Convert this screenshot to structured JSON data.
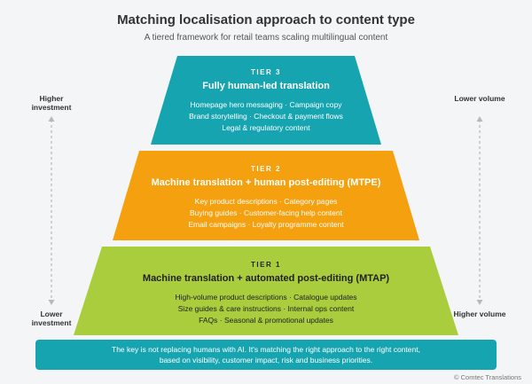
{
  "title": "Matching localisation approach to content type",
  "subtitle": "A tiered framework for retail teams scaling multilingual content",
  "colors": {
    "tier3": "#16a4b1",
    "tier2": "#f5a00f",
    "tier1": "#a9cd3c",
    "banner": "#16a4b1"
  },
  "tiers": {
    "tier3": {
      "label": "TIER 3",
      "name": "Fully human-led translation",
      "lines": [
        "Homepage hero messaging · Campaign copy",
        "Brand storytelling · Checkout & payment flows",
        "Legal & regulatory content"
      ]
    },
    "tier2": {
      "label": "TIER 2",
      "name": "Machine translation + human post-editing (MTPE)",
      "lines": [
        "Key product descriptions · Category pages",
        "Buying guides · Customer-facing help content",
        "Email campaigns · Loyalty programme content"
      ]
    },
    "tier1": {
      "label": "TIER 1",
      "name": "Machine translation + automated post-editing (MTAP)",
      "lines": [
        "High-volume product descriptions · Catalogue updates",
        "Size guides & care instructions · Internal ops content",
        "FAQs · Seasonal & promotional updates"
      ]
    }
  },
  "left_axis": {
    "top": "Higher investment",
    "bottom": "Lower investment"
  },
  "right_axis": {
    "top": "Lower volume",
    "bottom": "Higher volume"
  },
  "banner": {
    "line1": "The key is not replacing humans with AI. It's matching the right approach to the right content,",
    "line2": "based on visibility, customer impact, risk and business priorities."
  },
  "credit": "© Comtec Translations"
}
